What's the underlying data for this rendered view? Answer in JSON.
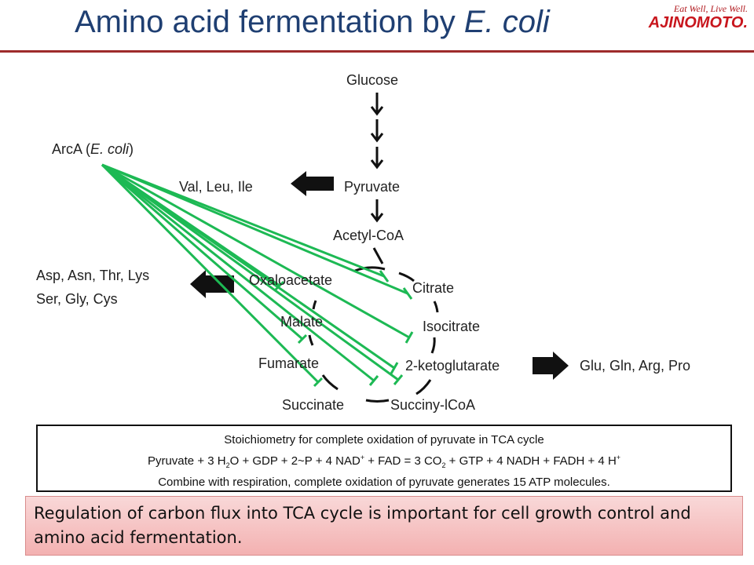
{
  "title": {
    "main": "Amino acid fermentation by ",
    "species": "E. coli"
  },
  "logo": {
    "tagline": "Eat Well, Live Well.",
    "brand": "AJINOMOTO."
  },
  "pathway": {
    "glucose": "Glucose",
    "pyruvate": "Pyruvate",
    "acetyl_coa": "Acetyl-CoA",
    "citrate": "Citrate",
    "isocitrate": "Isocitrate",
    "ketoglutarate": "2-ketoglutarate",
    "succinyl_coa": "Succiny-lCoA",
    "succinate": "Succinate",
    "fumarate": "Fumarate",
    "malate": "Malate",
    "oxaloacetate": "Oxaloacetate"
  },
  "regulator": {
    "prefix": "ArcA (",
    "species": "E. coli",
    "suffix": ")"
  },
  "products": {
    "bcaa": "Val, Leu, Ile",
    "aspartate_family_1": "Asp, Asn, Thr, Lys",
    "aspartate_family_2": "Ser, Gly, Cys",
    "glutamate_family": "Glu, Gln, Arg, Pro"
  },
  "stoichiometry": {
    "heading": "Stoichiometry for complete oxidation of pyruvate in TCA cycle",
    "eq_parts": [
      "Pyruvate + 3 H",
      "2",
      "O + GDP + 2~P + 4 NAD",
      "+",
      " + FAD = 3 CO",
      "2",
      " + GTP + 4 NADH + FADH + 4 H",
      "+"
    ],
    "note": "Combine with respiration, complete oxidation of pyruvate generates 15 ATP molecules."
  },
  "summary": "Regulation of carbon flux into TCA cycle is important for cell growth control and amino acid fermentation.",
  "colors": {
    "title": "#1f3f72",
    "rule": "#9e2b2b",
    "inhibition": "#1db954",
    "logo": "#c8161d",
    "summary_bg": "#f3b1b1"
  }
}
